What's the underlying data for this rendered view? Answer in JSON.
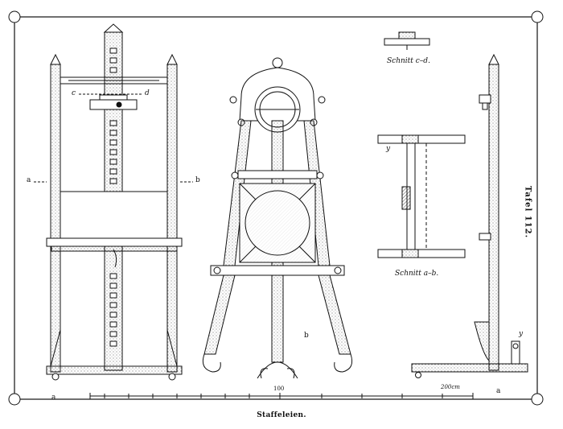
{
  "plate": {
    "number_label": "Tafel 112.",
    "caption": "Staffeleien."
  },
  "views": {
    "front": {
      "label_a_left": "a",
      "label_b_right": "b",
      "label_c": "c",
      "label_d": "d",
      "label_a_bottom": "a"
    },
    "center": {
      "label_b": "b"
    },
    "section_cd": {
      "title": "Schnitt c–d."
    },
    "section_ab": {
      "title": "Schnitt a–b.",
      "label_y": "y"
    },
    "side": {
      "label_y": "y",
      "label_a_bottom": "a"
    }
  },
  "scale_bar": {
    "mark_mid": "100",
    "mark_unit": "200cm"
  },
  "colors": {
    "ink": "#111111",
    "paper": "#ffffff"
  }
}
